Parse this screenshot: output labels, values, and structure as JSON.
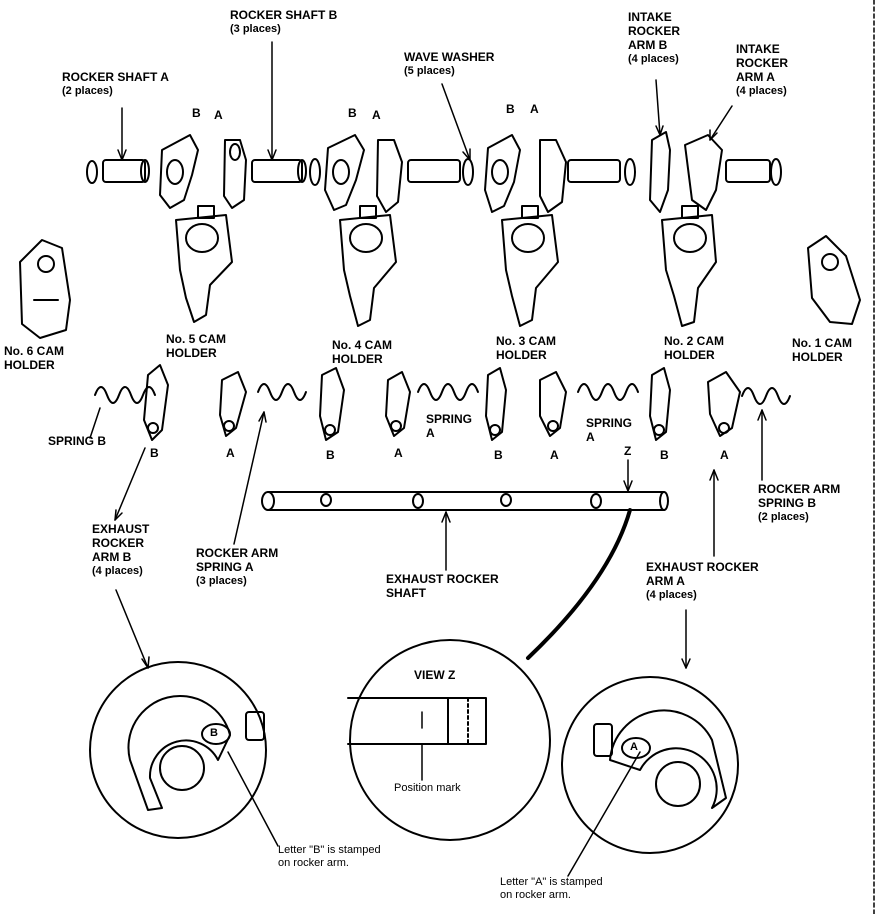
{
  "labels": {
    "rocker_shaft_b": {
      "line1": "ROCKER SHAFT B",
      "line2": "(3 places)"
    },
    "rocker_shaft_a": {
      "line1": "ROCKER SHAFT A",
      "line2": "(2 places)"
    },
    "wave_washer": {
      "line1": "WAVE WASHER",
      "line2": "(5 places)"
    },
    "intake_rocker_arm_b": {
      "line1": "INTAKE",
      "line2": "ROCKER",
      "line3": "ARM B",
      "line4": "(4 places)"
    },
    "intake_rocker_arm_a": {
      "line1": "INTAKE",
      "line2": "ROCKER",
      "line3": "ARM A",
      "line4": "(4 places)"
    },
    "cam_holder_6": {
      "line1": "No. 6 CAM",
      "line2": "HOLDER"
    },
    "cam_holder_5": {
      "line1": "No. 5 CAM",
      "line2": "HOLDER"
    },
    "cam_holder_4": {
      "line1": "No. 4 CAM",
      "line2": "HOLDER"
    },
    "cam_holder_3": {
      "line1": "No. 3 CAM",
      "line2": "HOLDER"
    },
    "cam_holder_2": {
      "line1": "No. 2 CAM",
      "line2": "HOLDER"
    },
    "cam_holder_1": {
      "line1": "No. 1 CAM",
      "line2": "HOLDER"
    },
    "spring_b": "SPRING B",
    "spring_a_1": {
      "line1": "SPRING",
      "line2": "A"
    },
    "spring_a_2": {
      "line1": "SPRING",
      "line2": "A"
    },
    "rocker_arm_spring_b": {
      "line1": "ROCKER ARM",
      "line2": "SPRING B",
      "line3": "(2 places)"
    },
    "rocker_arm_spring_a": {
      "line1": "ROCKER ARM",
      "line2": "SPRING A",
      "line3": "(3 places)"
    },
    "exhaust_rocker_arm_b": {
      "line1": "EXHAUST",
      "line2": "ROCKER",
      "line3": "ARM B",
      "line4": "(4 places)"
    },
    "exhaust_rocker_arm_a": {
      "line1": "EXHAUST ROCKER",
      "line2": "ARM A",
      "line3": "(4 places)"
    },
    "exhaust_rocker_shaft": {
      "line1": "EXHAUST ROCKER",
      "line2": "SHAFT"
    },
    "view_z": "VIEW Z",
    "position_mark": "Position mark",
    "note_b": {
      "line1": "Letter \"B\" is stamped",
      "line2": "on rocker arm."
    },
    "note_a": {
      "line1": "Letter \"A\" is stamped",
      "line2": "on rocker arm."
    }
  },
  "top_letters": [
    "B",
    "A",
    "B",
    "A",
    "B",
    "A"
  ],
  "bottom_letters": [
    "B",
    "A",
    "B",
    "A",
    "B",
    "A",
    "B",
    "A"
  ],
  "z_letter": "Z",
  "detail_letters": {
    "b": "B",
    "a": "A"
  }
}
